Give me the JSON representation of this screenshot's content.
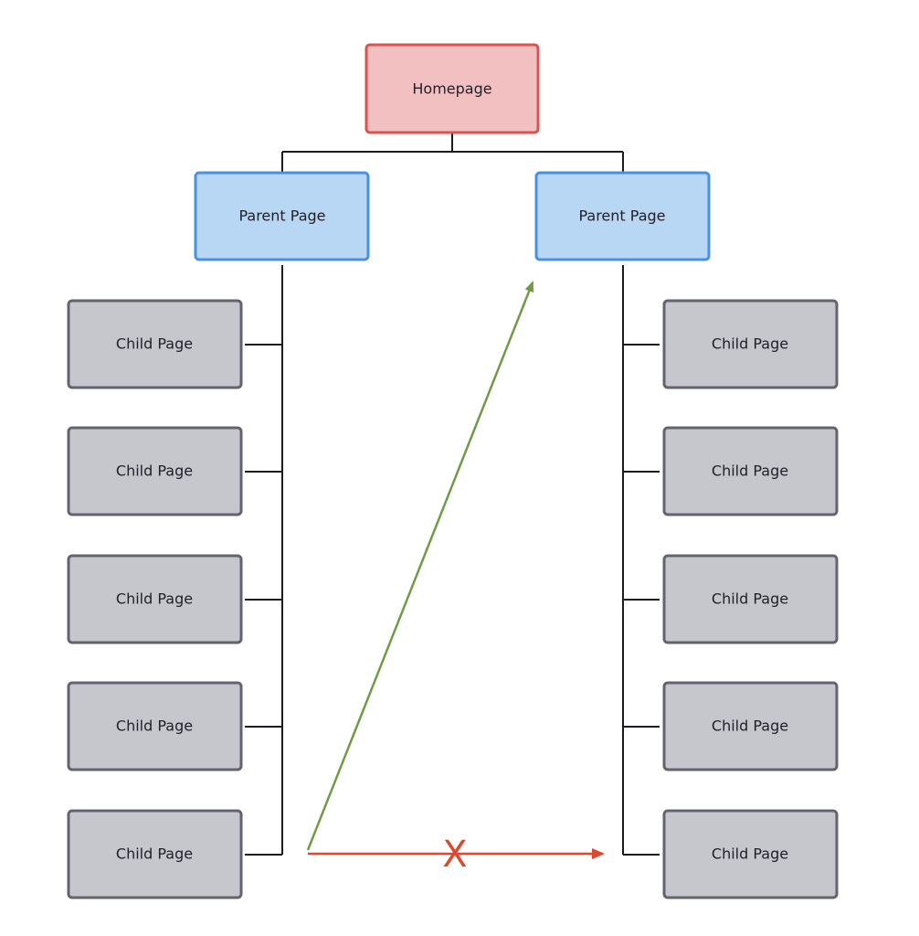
{
  "diagram": {
    "colors": {
      "homepage_fill": "#f2c0c0",
      "homepage_stroke": "#d9534f",
      "parent_fill": "#b8d7f5",
      "parent_stroke": "#4a90e2",
      "child_fill": "#c6c7cd",
      "child_stroke": "#63636f",
      "connector": "#1b1b24",
      "allowed_arrow": "#6f9b45",
      "blocked_arrow": "#e0472f",
      "background": "#ffffff"
    },
    "homepage": {
      "label": "Homepage"
    },
    "parents": [
      {
        "label": "Parent Page",
        "children": [
          "Child Page",
          "Child Page",
          "Child Page",
          "Child Page",
          "Child Page"
        ]
      },
      {
        "label": "Parent Page",
        "children": [
          "Child Page",
          "Child Page",
          "Child Page",
          "Child Page",
          "Child Page"
        ]
      }
    ],
    "blocked_marker": {
      "symbol": "X"
    }
  }
}
